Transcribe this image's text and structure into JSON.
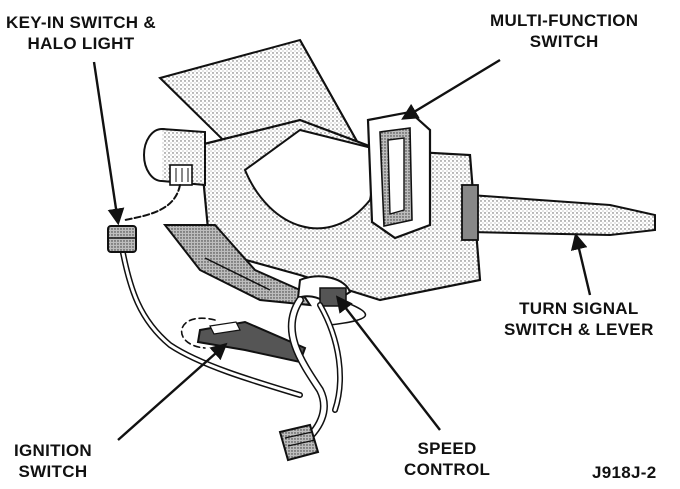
{
  "colors": {
    "ink": "#111111",
    "shade": "#d9d9d9",
    "dark_shade": "#9a9a9a"
  },
  "labels": {
    "key_in_switch": {
      "line1": "KEY-IN SWITCH &",
      "line2": "HALO LIGHT"
    },
    "multi_function_switch": {
      "line1": "MULTI-FUNCTION",
      "line2": "SWITCH"
    },
    "turn_signal_switch": {
      "line1": "TURN SIGNAL",
      "line2": "SWITCH & LEVER"
    },
    "ignition_switch": {
      "line1": "IGNITION",
      "line2": "SWITCH"
    },
    "speed_control": {
      "line1": "SPEED",
      "line2": "CONTROL"
    },
    "figure_id": "J918J-2"
  }
}
